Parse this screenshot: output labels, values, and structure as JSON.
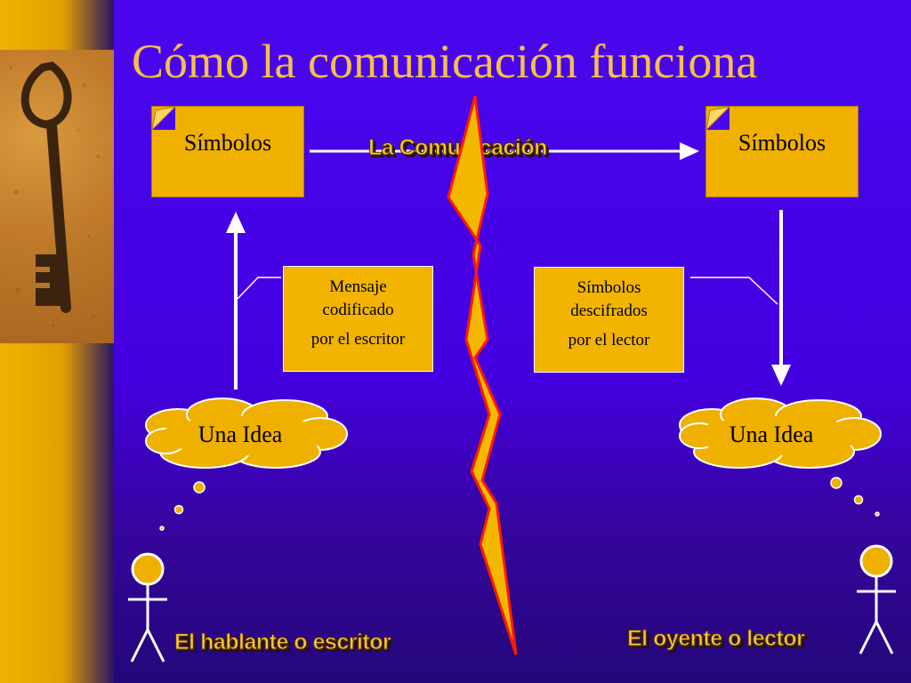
{
  "title": "Cómo la comunicación funciona",
  "channel_label": "La Comunicación",
  "sender": {
    "symbols_label": "Símbolos",
    "message_line1": "Mensaje",
    "message_line2": "codificado",
    "message_line3": "por el escritor",
    "idea_label": "Una Idea",
    "person_label": "El hablante o escritor"
  },
  "receiver": {
    "symbols_label": "Símbolos",
    "message_line1": "Símbolos",
    "message_line2": "descifrados",
    "message_line3": "por el lector",
    "idea_label": "Una Idea",
    "person_label": "El oyente o lector"
  },
  "colors": {
    "background": "#4a06ee",
    "accent": "#f0b000",
    "title": "#f5c04a",
    "lightning": "#f5b800",
    "lightning_edge": "#ff1a00"
  }
}
